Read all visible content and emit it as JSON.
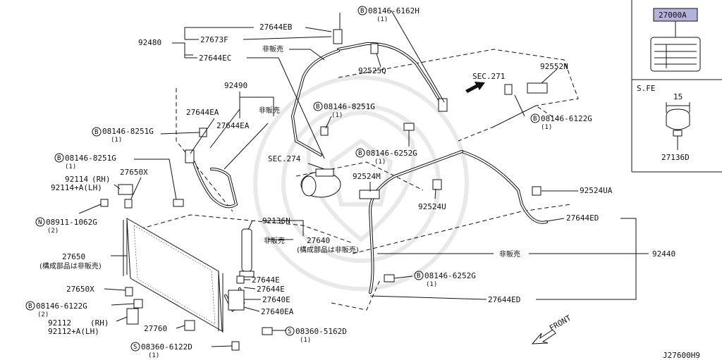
{
  "diagram_id": "J27600H9",
  "front_label": "FRONT",
  "legend": {
    "part_number": "27000A",
    "sfe_label": "S.FE",
    "dimension": "15",
    "part_number_2": "27136D"
  },
  "labels": {
    "p92480": "92480",
    "p27673F": "27673F",
    "p27644EB": "27644EB",
    "p27644EC": "27644EC",
    "bolt_6162H": "08146-6162H",
    "qty_6162H": "(1)",
    "nonsale_1": "非販売",
    "p92525Q": "92525Q",
    "sec271": "SEC.271",
    "p92552N": "92552N",
    "p92490": "92490",
    "nonsale_2": "非販売",
    "p27644EA_1": "27644EA",
    "p27644EA_2": "27644EA",
    "bolt_8251G_a": "08146-8251G",
    "qty_8251G_a": "(1)",
    "bolt_8251G_b": "08146-8251G",
    "qty_8251G_b": "(1)",
    "bolt_8251G_c": "08146-8251G",
    "qty_8251G_c": "(1)",
    "bolt_6122G_a": "08146-6122G",
    "qty_6122G_a": "(1)",
    "bolt_6252G_a": "08146-6252G",
    "qty_6252G_a": "(1)",
    "sec274": "SEC.274",
    "p92524M": "92524M",
    "p92524U": "92524U",
    "p92524UA": "92524UA",
    "p92114": "92114",
    "rh_1": "(RH)",
    "p92114A": "92114+A(LH)",
    "p27650X_1": "27650X",
    "nut_1062G": "08911-1062G",
    "qty_1062G": "(2)",
    "p92136N": "92136N",
    "nonsale_3": "非販売",
    "p27640": "27640",
    "note_27640": "(構成部品は非販売)",
    "p27644ED_1": "27644ED",
    "p27650": "27650",
    "note_27650": "(構成部品は非販売)",
    "nonsale_4": "非販売",
    "p92440": "92440",
    "p27644E_1": "27644E",
    "p27644E_2": "27644E",
    "p27640E": "27640E",
    "p27640EA": "27640EA",
    "bolt_6252G_b": "08146-6252G",
    "qty_6252G_b": "(1)",
    "p27644ED_2": "27644ED",
    "p27650X_2": "27650X",
    "bolt_6122G_b": "08146-6122G",
    "qty_6122G_b": "(2)",
    "p92112": "92112",
    "rh_2": "(RH)",
    "p92112A": "92112+A(LH)",
    "p27760": "27760",
    "screw_5162D": "08360-5162D",
    "qty_5162D": "(1)",
    "screw_6122D": "08360-6122D",
    "qty_6122D": "(1)"
  }
}
